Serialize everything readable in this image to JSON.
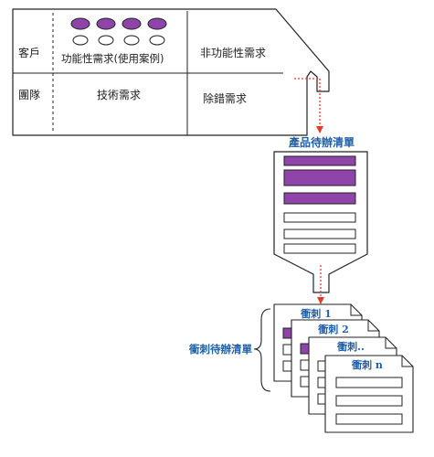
{
  "diagram": {
    "rows": {
      "customer": "客戶",
      "team": "團隊"
    },
    "cells": {
      "functional": "功能性需求(使用案例)",
      "non_functional": "非功能性需求",
      "technical": "技術需求",
      "bugfix": "除錯需求"
    },
    "product_backlog": {
      "title": "產品待辦清單",
      "items": [
        {
          "state": "selected"
        },
        {
          "state": "selected"
        },
        {
          "state": "selected"
        },
        {
          "state": "empty"
        },
        {
          "state": "empty"
        },
        {
          "state": "empty"
        }
      ]
    },
    "sprint_backlog": {
      "label": "衝刺待辦清單",
      "sprints": [
        "衝刺 1",
        "衝刺 2",
        "衝刺..",
        "衝刺 n"
      ]
    },
    "colors": {
      "accent": "#8e44a8",
      "title_blue": "#1f5fa8",
      "arrow_red": "#e03c28",
      "stroke": "#222222"
    },
    "use_case_icons": {
      "filled": 4,
      "empty": 4
    }
  }
}
